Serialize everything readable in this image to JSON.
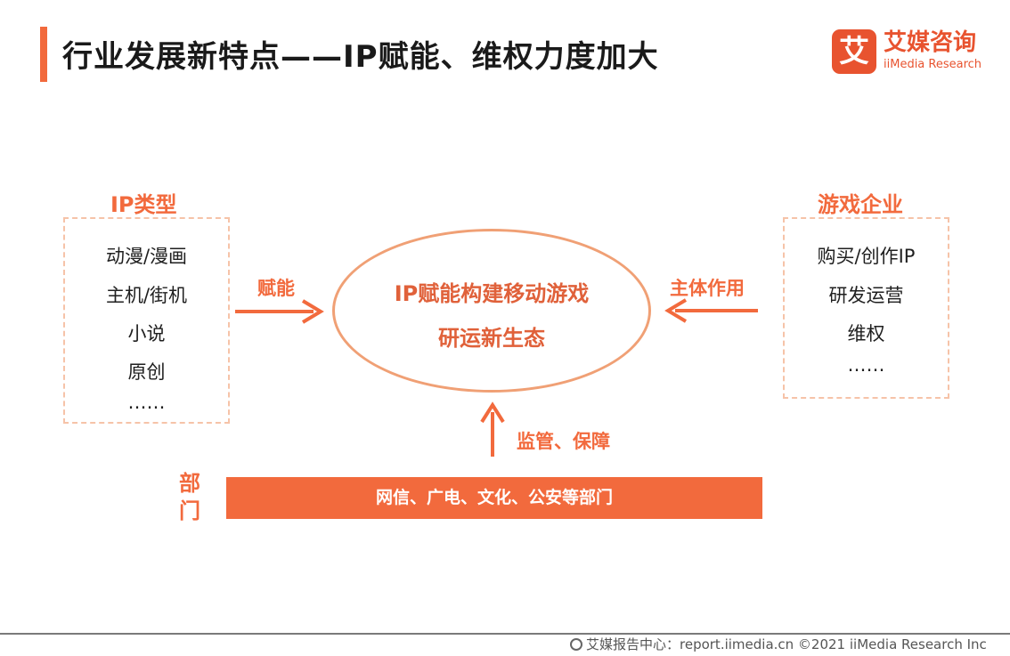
{
  "header": {
    "title": "行业发展新特点——IP赋能、维权力度加大"
  },
  "logo": {
    "mark": "艾",
    "name_cn": "艾媒咨询",
    "name_en": "iiMedia Research"
  },
  "left_panel": {
    "title": "IP类型",
    "items": [
      "动漫/漫画",
      "主机/街机",
      "小说",
      "原创",
      "……"
    ]
  },
  "right_panel": {
    "title": "游戏企业",
    "items": [
      "购买/创作IP",
      "研发运营",
      "维权",
      "……"
    ]
  },
  "center": {
    "line1": "IP赋能构建移动游戏",
    "line2": "研运新生态"
  },
  "arrows": {
    "left_label": "赋能",
    "right_label": "主体作用",
    "bottom_label": "监管、保障"
  },
  "departments": {
    "label": "部门",
    "bar_text": "网信、广电、文化、公安等部门"
  },
  "footer": {
    "text": "艾媒报告中心：report.iimedia.cn ©2021 iiMedia Research Inc"
  },
  "colors": {
    "accent": "#f26a3d",
    "ellipse_border": "#f0a075",
    "dashed_border": "#f6c3a8"
  }
}
